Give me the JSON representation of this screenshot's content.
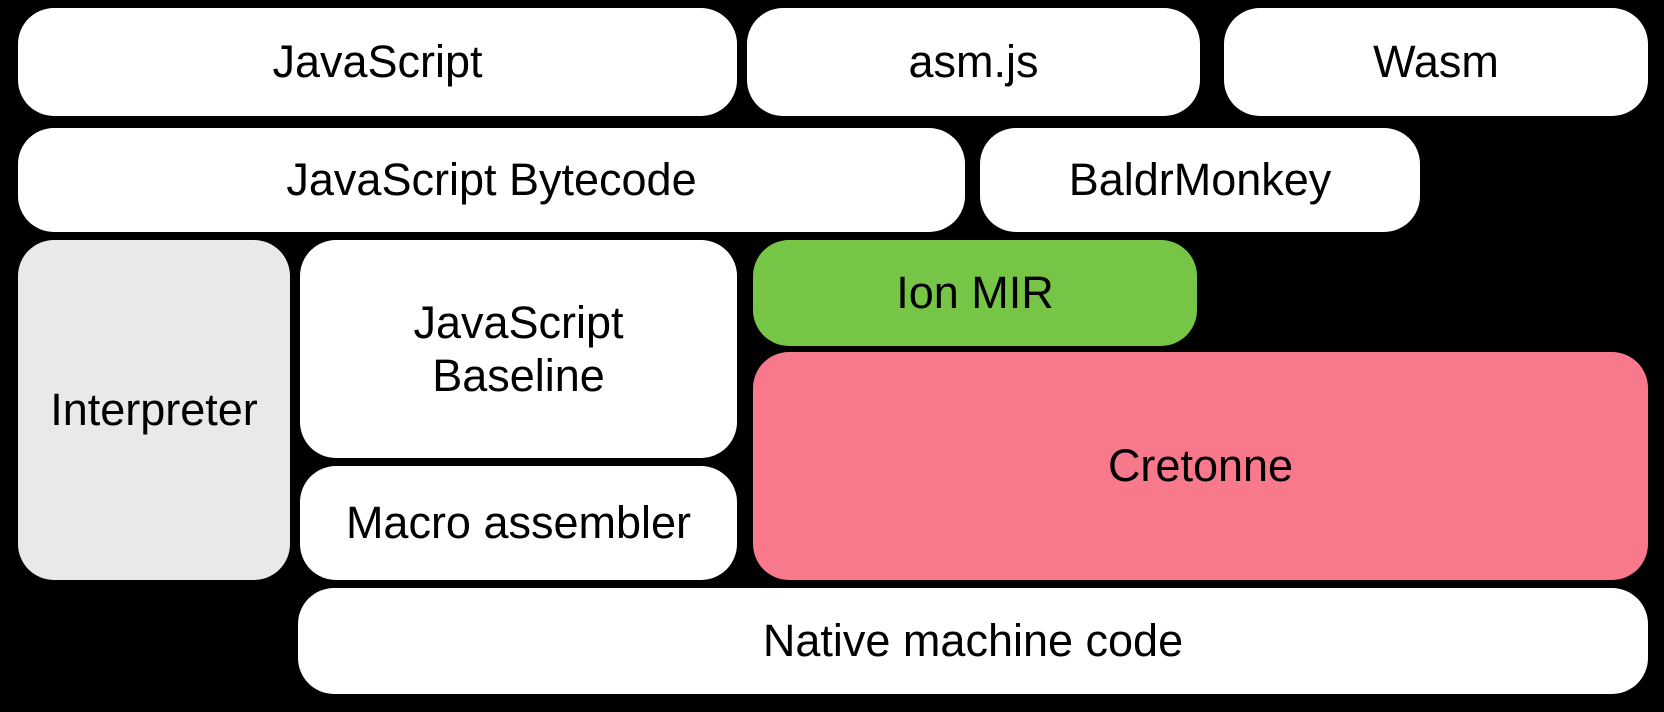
{
  "diagram": {
    "description": "Compiler pipeline diagram of boxes on a black background",
    "colors": {
      "background": "#000000",
      "box_default": "#ffffff",
      "interpreter_gray": "#e9e9e9",
      "ion_mir_green": "#76c546",
      "cretonne_pink": "#f7798b",
      "text": "#000000"
    },
    "nodes": [
      {
        "id": "javascript",
        "label": "JavaScript",
        "fill": "#ffffff"
      },
      {
        "id": "asm-js",
        "label": "asm.js",
        "fill": "#ffffff"
      },
      {
        "id": "wasm",
        "label": "Wasm",
        "fill": "#ffffff"
      },
      {
        "id": "javascript-bytecode",
        "label": "JavaScript Bytecode",
        "fill": "#ffffff"
      },
      {
        "id": "baldrmonkey",
        "label": "BaldrMonkey",
        "fill": "#ffffff"
      },
      {
        "id": "interpreter",
        "label": "Interpreter",
        "fill": "#e9e9e9"
      },
      {
        "id": "javascript-baseline",
        "label": "JavaScript\nBaseline",
        "fill": "#ffffff"
      },
      {
        "id": "ion-mir",
        "label": "Ion MIR",
        "fill": "#76c546"
      },
      {
        "id": "cretonne",
        "label": "Cretonne",
        "fill": "#f7798b"
      },
      {
        "id": "macro-assembler",
        "label": "Macro assembler",
        "fill": "#ffffff"
      },
      {
        "id": "native-machine-code",
        "label": "Native machine code",
        "fill": "#ffffff"
      }
    ]
  }
}
